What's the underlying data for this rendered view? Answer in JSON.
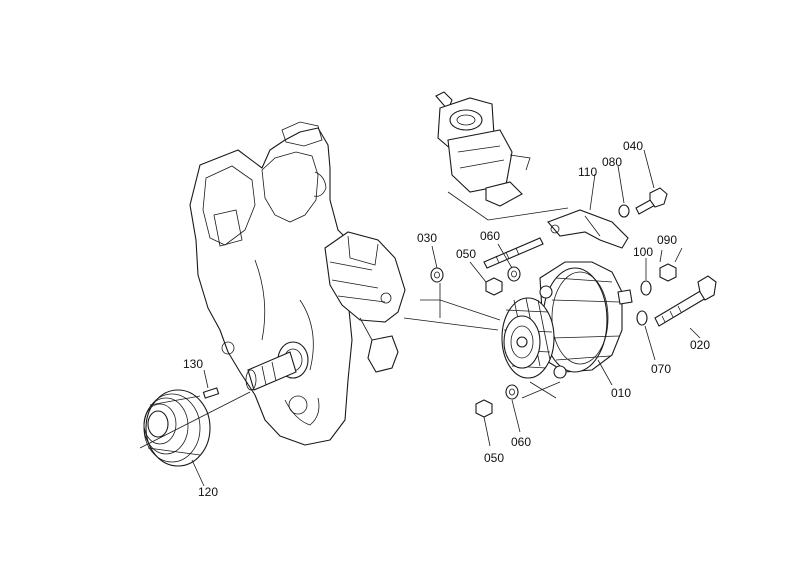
{
  "callouts": {
    "c010": "010",
    "c020": "020",
    "c030": "030",
    "c040": "040",
    "c050_top": "050",
    "c050_bottom": "050",
    "c060_top": "060",
    "c060_bottom": "060",
    "c070": "070",
    "c080": "080",
    "c090": "090",
    "c100": "100",
    "c110": "110",
    "c120": "120",
    "c130": "130"
  }
}
